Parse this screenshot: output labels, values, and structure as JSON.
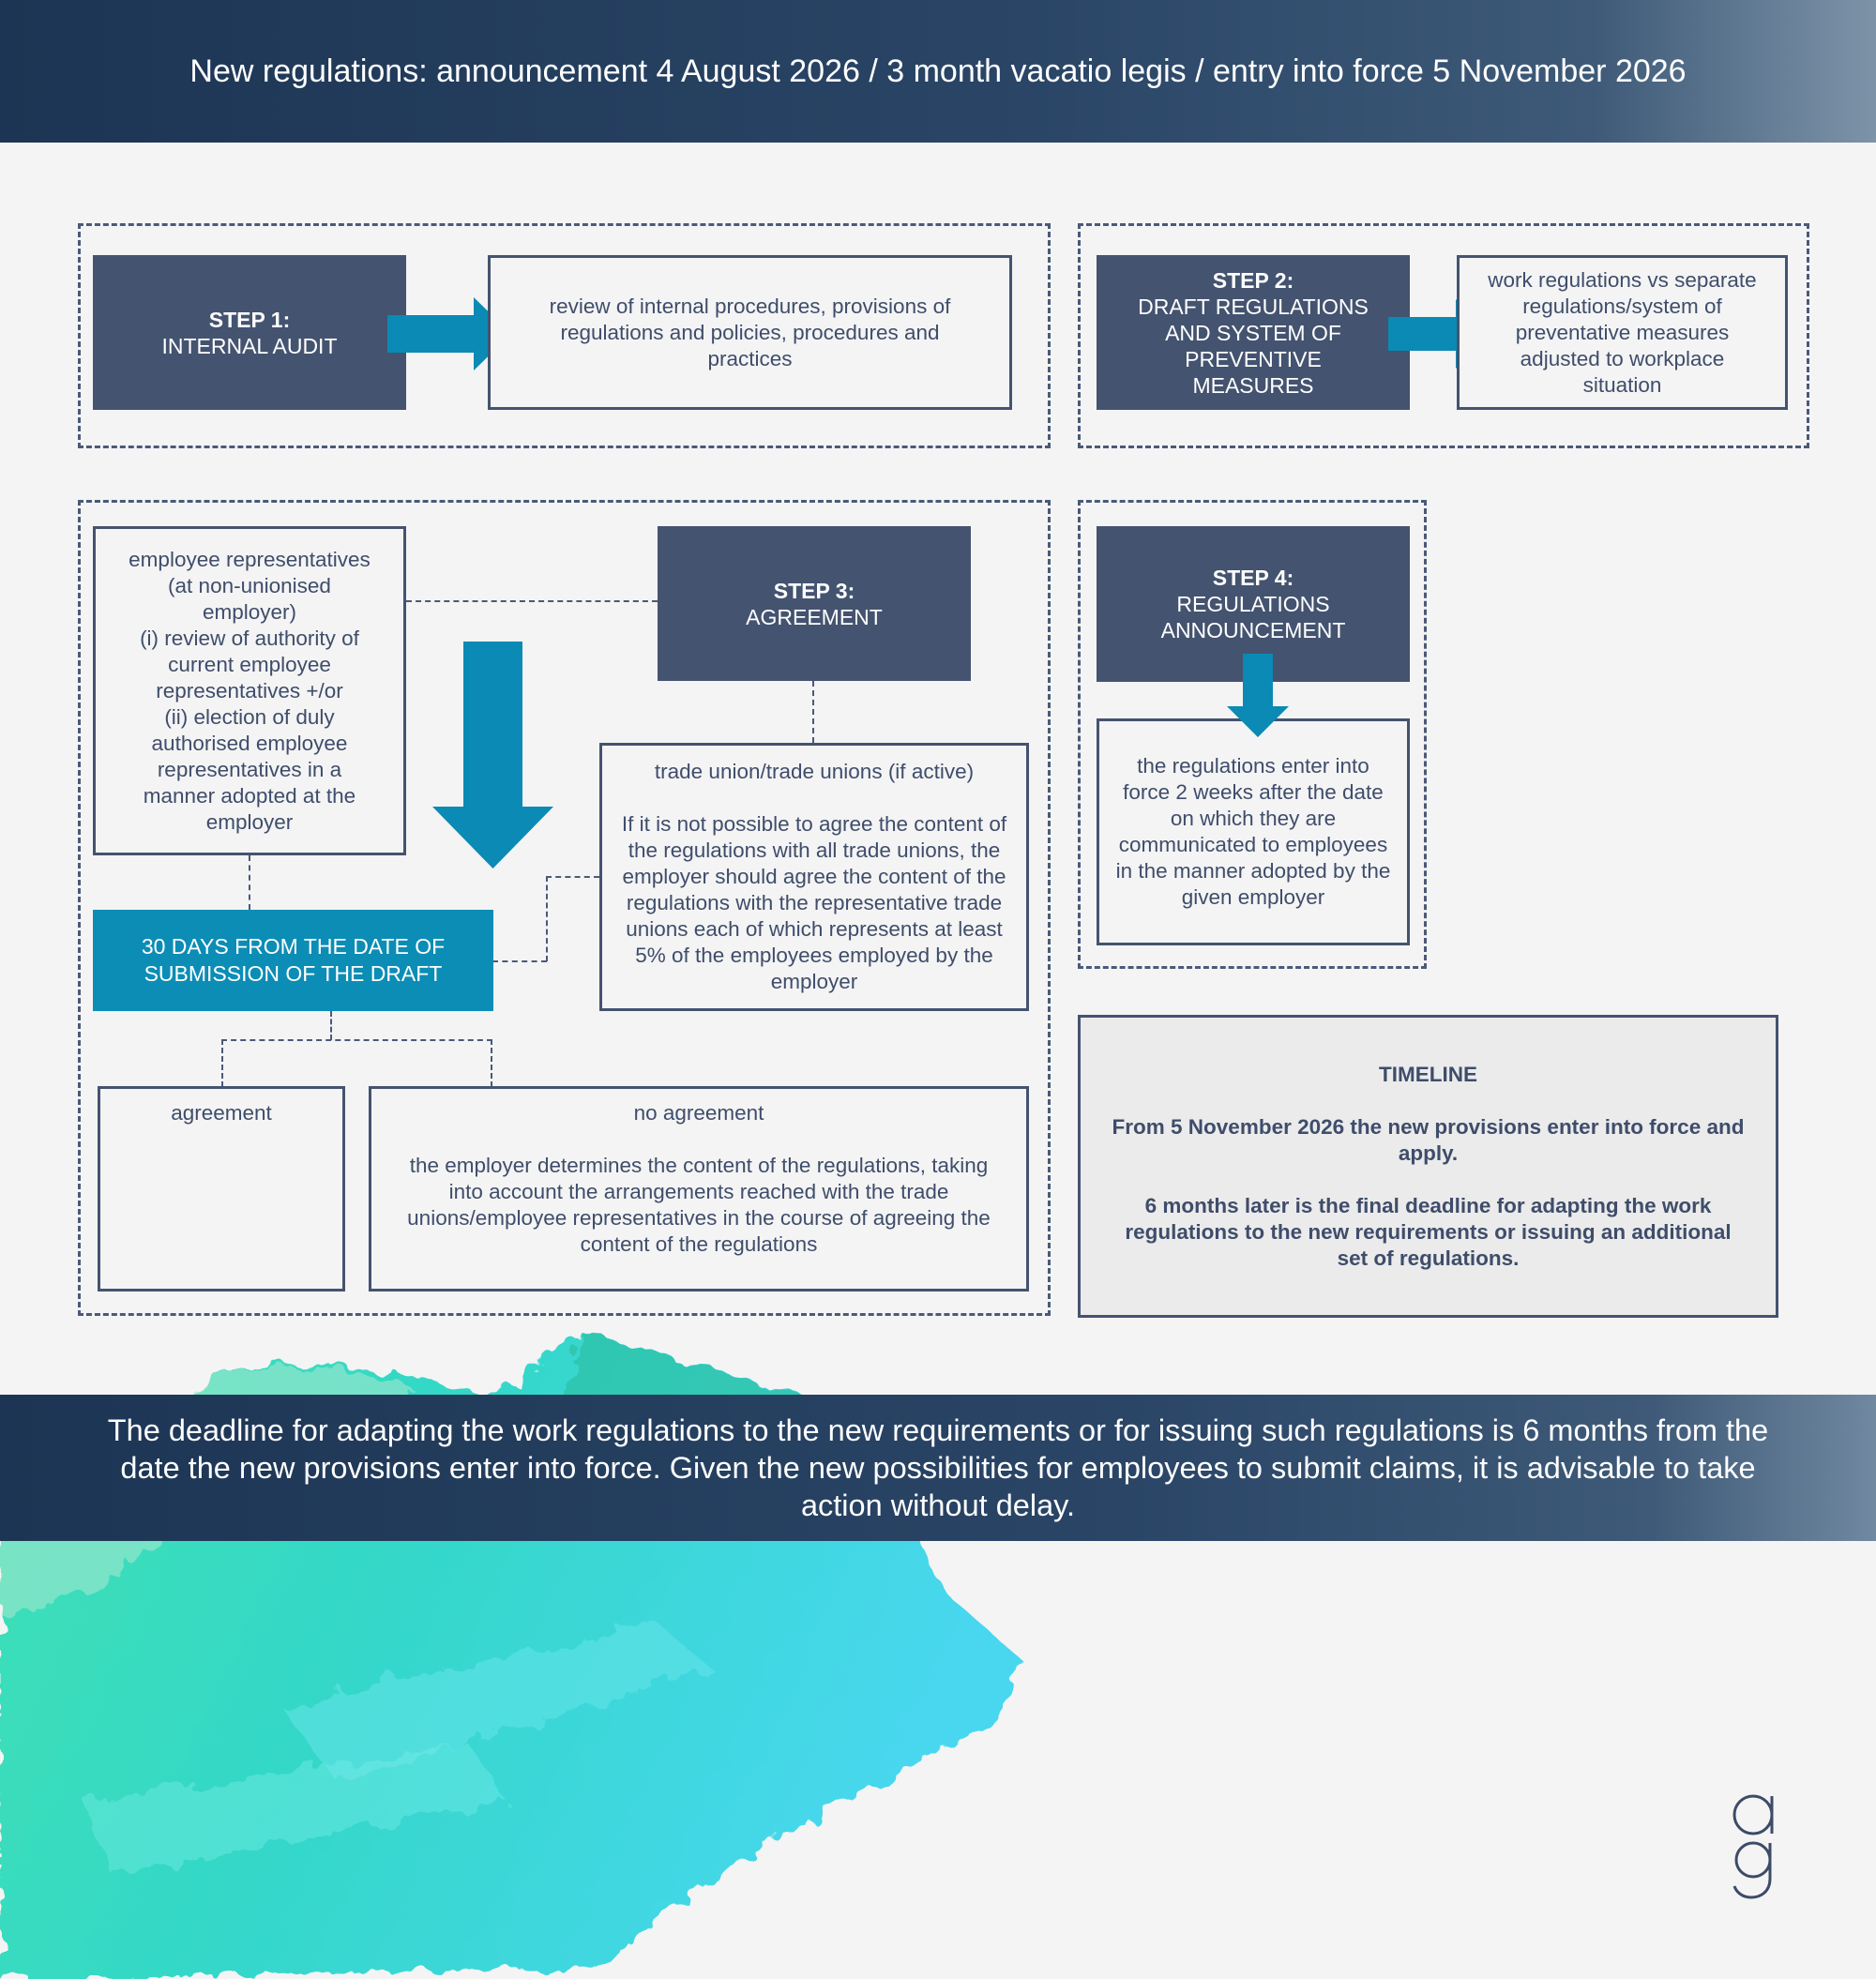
{
  "header": {
    "title": "New regulations: announcement 4 August 2026 / 3 month vacatio legis / entry into force 5 November 2026"
  },
  "step1": {
    "label": "STEP 1:",
    "name": "INTERNAL AUDIT",
    "detail": "review of internal procedures, provisions of regulations and policies, procedures and practices"
  },
  "step2": {
    "label": "STEP 2:",
    "name": "DRAFT REGULATIONS\nAND SYSTEM OF\nPREVENTIVE\nMEASURES",
    "detail": "work regulations vs separate regulations/system of preventative measures adjusted to workplace situation"
  },
  "step3": {
    "label": "STEP 3:",
    "name": "AGREEMENT",
    "employee_reps": "employee representatives\n(at non-unionised\nemployer)\n(i) review of authority of\ncurrent employee\nrepresentatives +/or\n(ii) election of duly\nauthorised employee\nrepresentatives in a\nmanner adopted at the\nemployer",
    "trade_unions_title": "trade union/trade unions (if active)",
    "trade_unions_body": "If it is not possible to agree the content of the regulations with all trade unions, the employer should agree the content of the regulations with the representative trade unions each of which represents at least 5% of the employees employed by the employer",
    "deadline": "30 DAYS FROM THE DATE OF\nSUBMISSION OF THE DRAFT",
    "agreement": "agreement",
    "no_agreement_title": "no agreement",
    "no_agreement_body": "the employer determines the content of the regulations, taking into account the arrangements reached with the trade unions/employee representatives in the course of agreeing the content of the regulations"
  },
  "step4": {
    "label": "STEP 4:",
    "name": "REGULATIONS\nANNOUNCEMENT",
    "detail": "the regulations enter into force 2 weeks after the date on which they are communicated to employees in the manner adopted by the given employer"
  },
  "timeline": {
    "title": "TIMELINE",
    "line1": "From 5 November 2026 the new provisions enter into force and apply.",
    "line2": "6 months later is the final deadline for adapting the work regulations to the new requirements or issuing an additional set of regulations."
  },
  "footer": {
    "text": "The deadline for adapting the work regulations to the new requirements or for issuing such regulations is 6 months from the date the new provisions enter into force. Given the new possibilities for employees to submit claims, it is advisable to take action without delay."
  },
  "colors": {
    "navy": "#44536f",
    "teal": "#0c8db5",
    "arrow": "#0a8ab4",
    "banner": "#1d3554"
  },
  "logo": {
    "icon": "ag-logo"
  }
}
